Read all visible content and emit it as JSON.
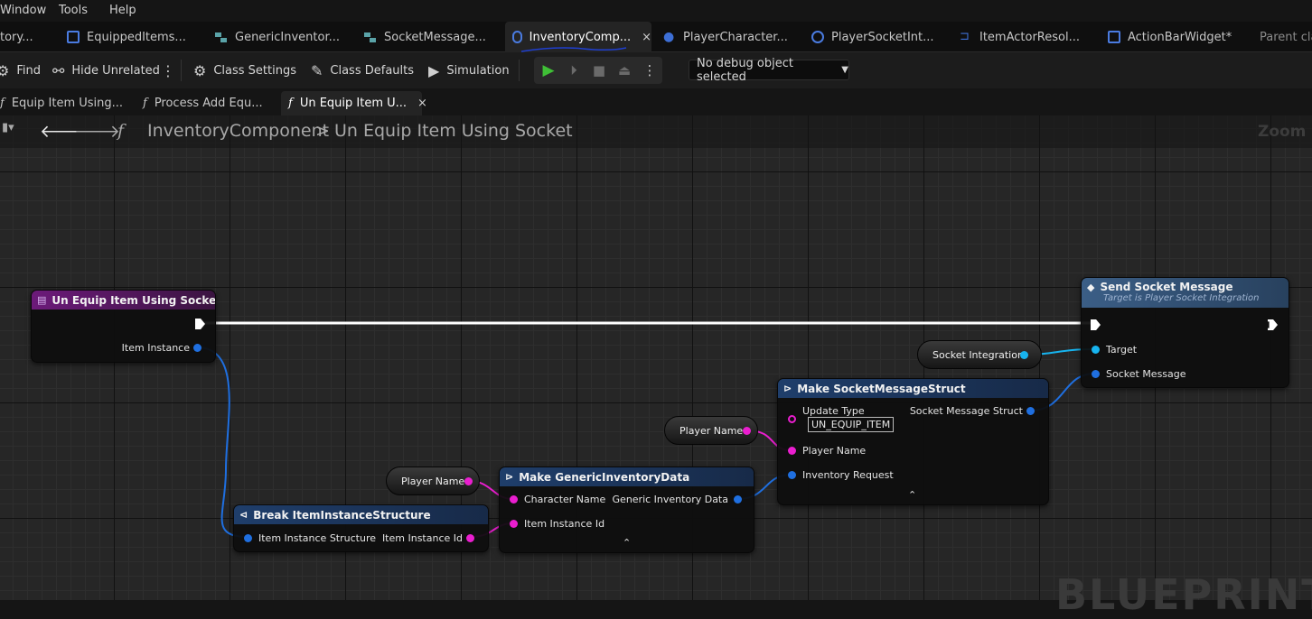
{
  "menu": [
    "Window",
    "Tools",
    "Help"
  ],
  "asset_tabs": [
    {
      "label": "tory..."
    },
    {
      "label": "EquippedItems..."
    },
    {
      "label": "GenericInventor..."
    },
    {
      "label": "SocketMessage..."
    },
    {
      "label": "InventoryComp...",
      "active": true,
      "close": "×"
    },
    {
      "label": "PlayerCharacter..."
    },
    {
      "label": "PlayerSocketInt..."
    },
    {
      "label": "ItemActorResol..."
    },
    {
      "label": "ActionBarWidget*"
    },
    {
      "label": "Parent cla"
    }
  ],
  "toolbar": {
    "find": "Find",
    "hide_unrelated": "Hide Unrelated",
    "class_settings": "Class Settings",
    "class_defaults": "Class Defaults",
    "simulation": "Simulation",
    "debug_select": "No debug object selected"
  },
  "doc_tabs": [
    {
      "label": "Equip Item Using..."
    },
    {
      "label": "Process Add Equ..."
    },
    {
      "label": "Un Equip Item U...",
      "active": true,
      "close": "×"
    }
  ],
  "breadcrumb": {
    "root": "InventoryComponent",
    "sep": ">",
    "current": "Un Equip Item Using Socket"
  },
  "zoom_label": "Zoom -",
  "watermark": "BLUEPRINT",
  "nodes": {
    "entry": {
      "title": "Un Equip Item Using Socket",
      "out_pin": "Item Instance"
    },
    "send": {
      "title": "Send Socket Message",
      "subtitle": "Target is Player Socket Integration",
      "pin_target": "Target",
      "pin_message": "Socket Message"
    },
    "socket_var": {
      "label": "Socket Integration"
    },
    "make_socket": {
      "title": "Make SocketMessageStruct",
      "pin_update_type": "Update Type",
      "update_type_value": "UN_EQUIP_ITEM",
      "pin_player_name": "Player Name",
      "pin_inventory_request": "Inventory Request",
      "out_pin": "Socket Message Struct"
    },
    "player_var_1": {
      "label": "Player Name"
    },
    "player_var_2": {
      "label": "Player Name"
    },
    "make_generic": {
      "title": "Make GenericInventoryData",
      "pin_character_name": "Character Name",
      "pin_item_instance_id": "Item Instance Id",
      "out_pin": "Generic Inventory Data"
    },
    "break_item": {
      "title": "Break ItemInstanceStructure",
      "in_pin": "Item Instance Structure",
      "out_pin": "Item Instance Id"
    }
  },
  "colors": {
    "accent_blue": "#3d6fd6",
    "function_header": "#6c1a7a",
    "struct_header": "#1f3e6b",
    "pin_struct": "#1f6fe0",
    "pin_object": "#17b4ef",
    "pin_string": "#ea1ecf",
    "play_green": "#3fbf36"
  }
}
